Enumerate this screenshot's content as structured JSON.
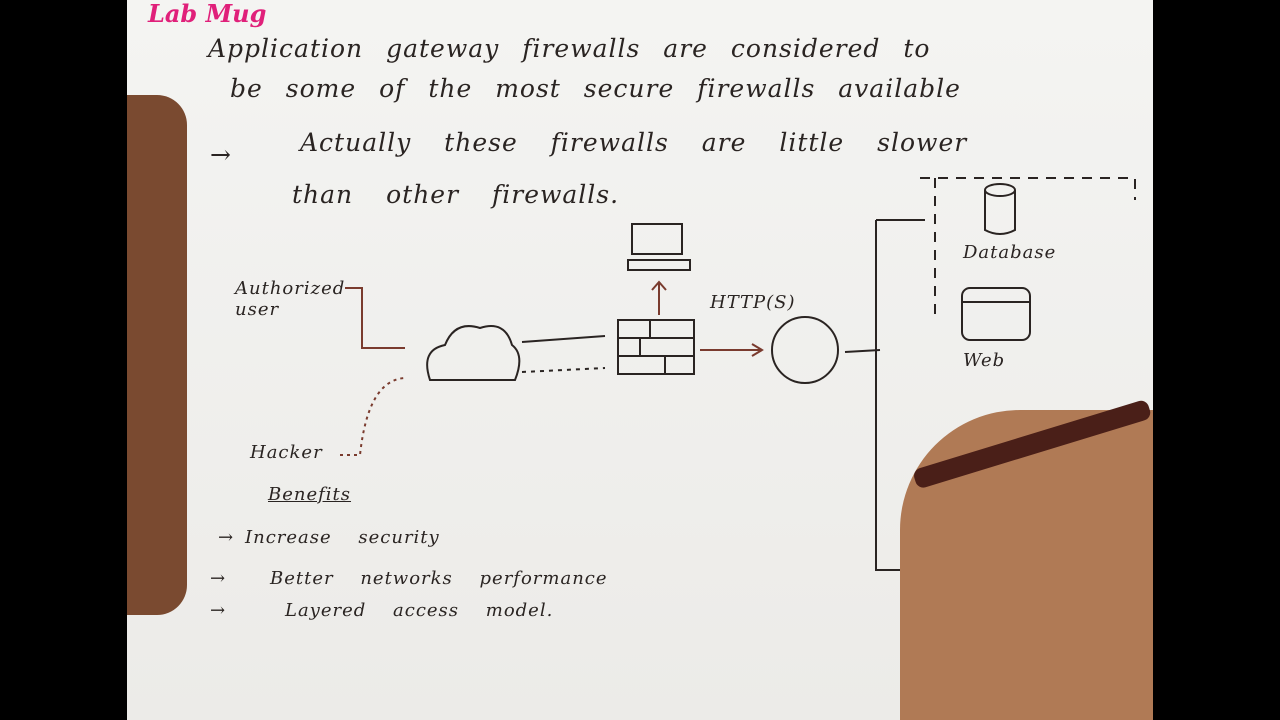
{
  "logo": "Lab Mug",
  "notes": {
    "line1": "Application gateway firewalls are considered to",
    "line2": "be some of the most secure firewalls available",
    "line3_arrow": "→",
    "line3": "Actually these firewalls are little slower",
    "line4": "than other firewalls."
  },
  "diagram": {
    "authorized_user": "Authorized user",
    "hacker": "Hacker",
    "protocol": "HTTP(S)",
    "database": "Database",
    "web": "Web"
  },
  "benefits": {
    "title": "Benefits",
    "items": [
      "Increase security",
      "Better networks performance",
      "Layered access model."
    ]
  },
  "colors": {
    "logo": "#e0207a",
    "ink": "#2a2422",
    "arrow_ink": "#7a3b2e"
  }
}
